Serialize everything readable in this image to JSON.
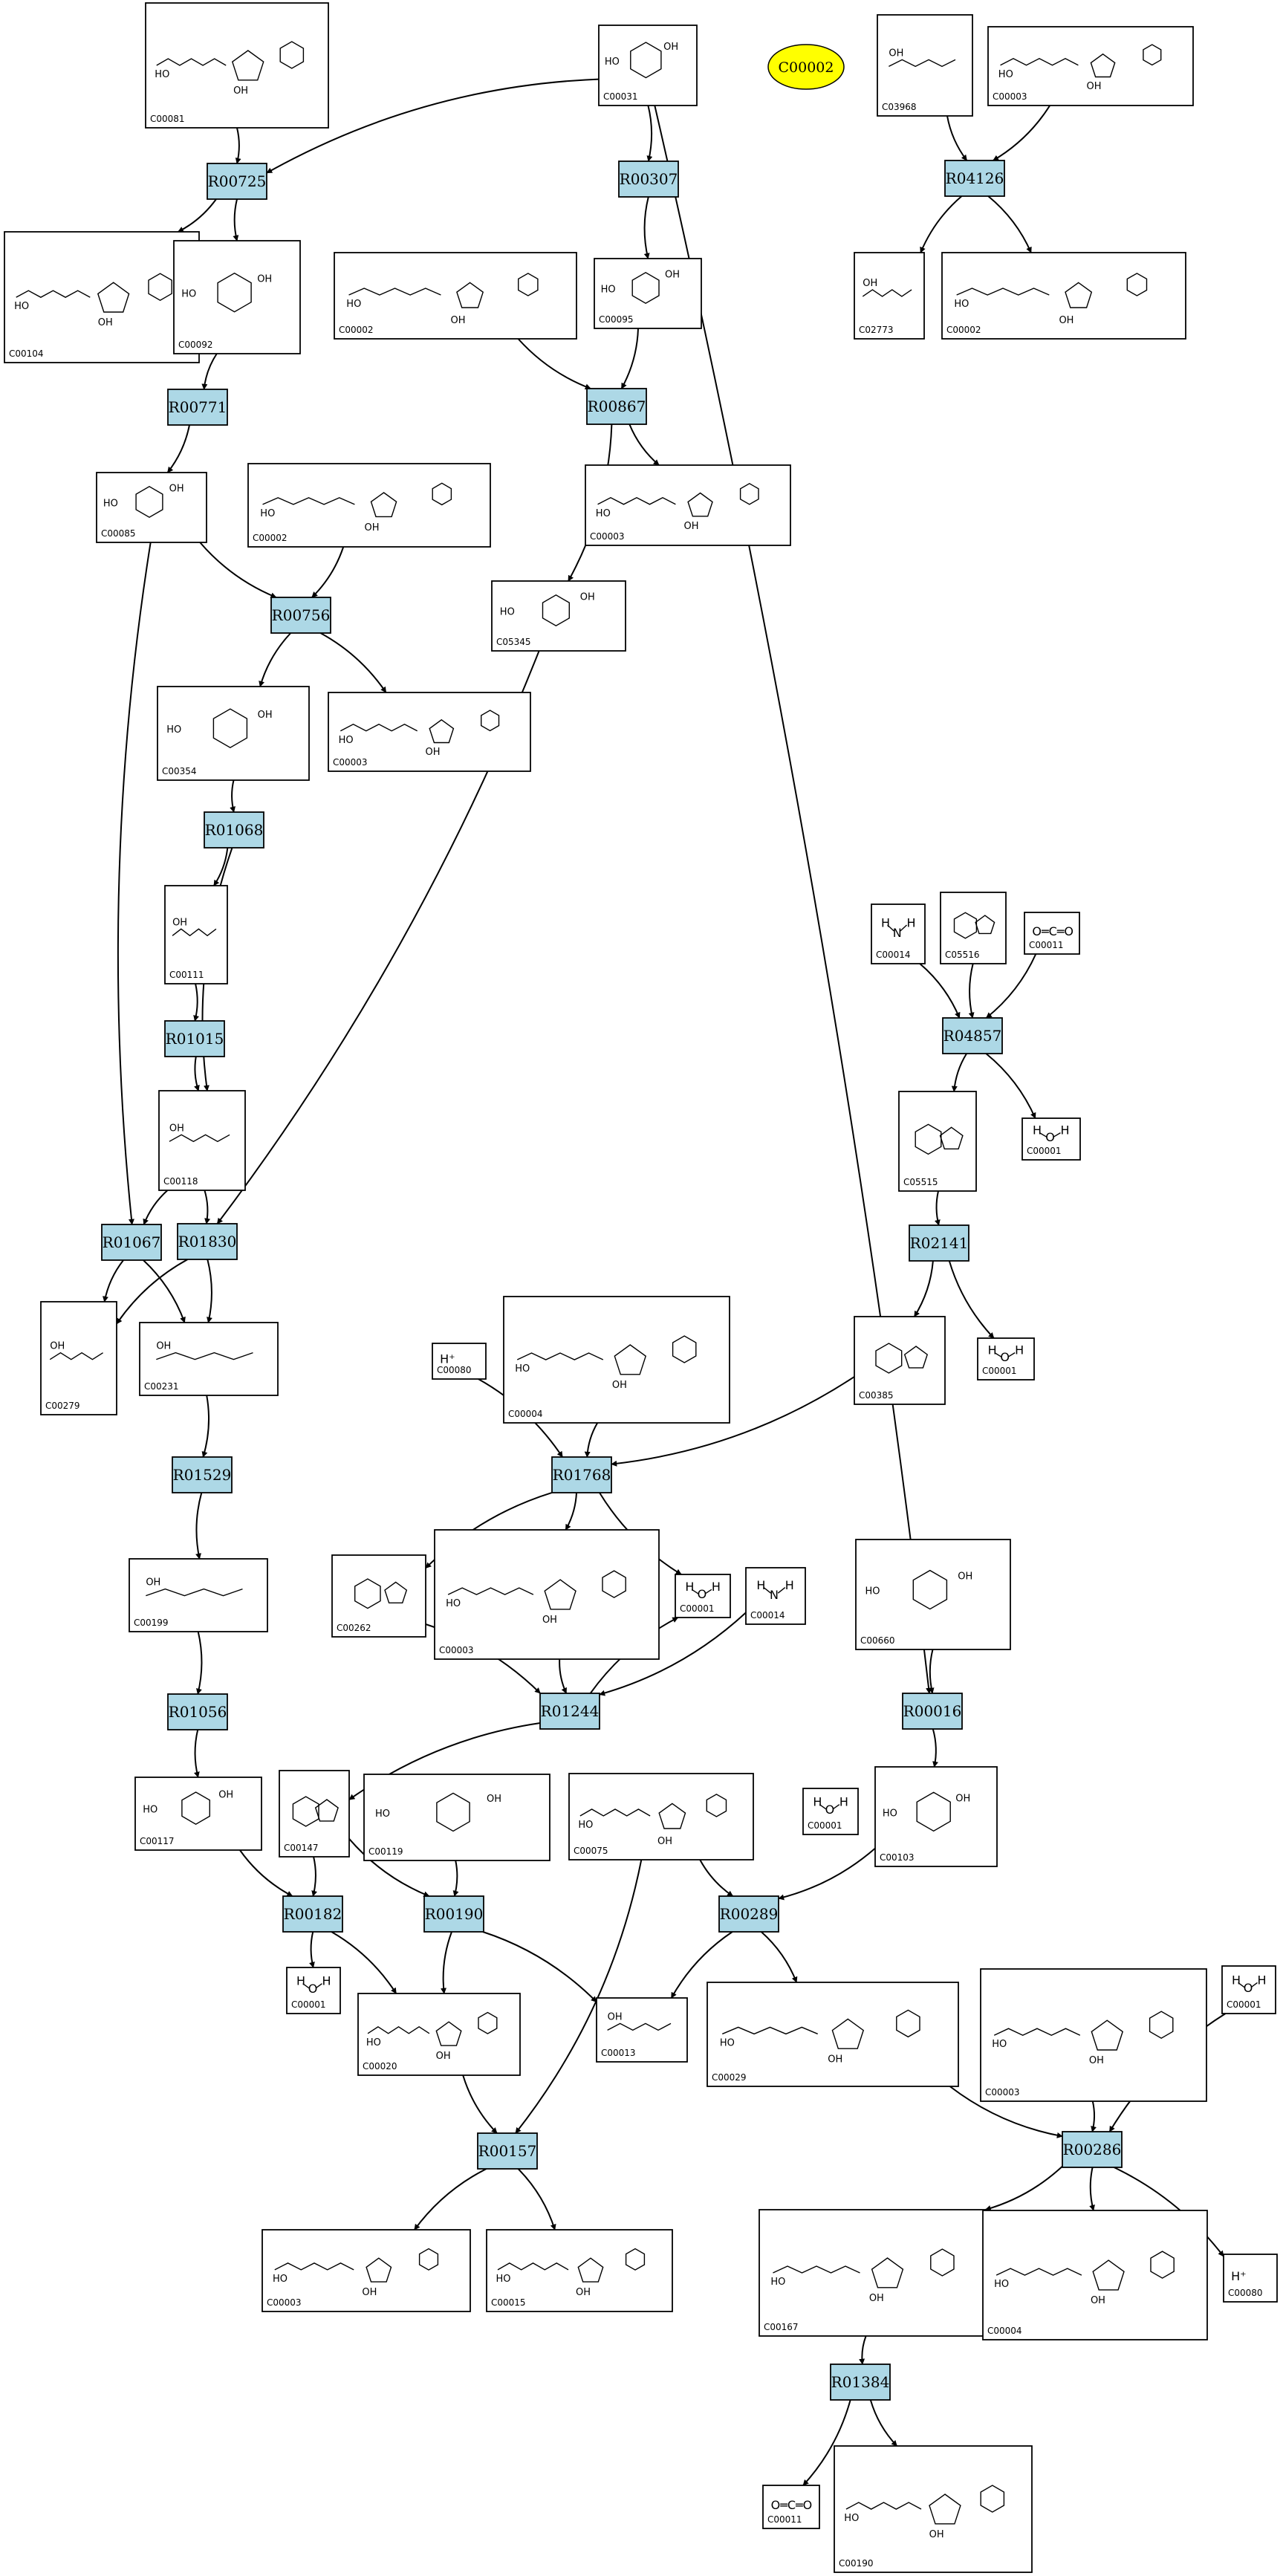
{
  "highlight": {
    "label": "C00002",
    "color": "#ffff00"
  },
  "colors": {
    "reaction_fill": "#add8e6"
  },
  "reactions": [
    "R00725",
    "R00307",
    "R04126",
    "R00771",
    "R00867",
    "R00756",
    "R01068",
    "R01015",
    "R04857",
    "R01067",
    "R01830",
    "R02141",
    "R01529",
    "R01768",
    "R01056",
    "R01244",
    "R00016",
    "R00182",
    "R00190",
    "R00289",
    "R00157",
    "R00286",
    "R01384"
  ],
  "compounds": [
    {
      "id": "C00081",
      "kind": "nucleotide"
    },
    {
      "id": "C00031",
      "kind": "sugar"
    },
    {
      "id": "C03968",
      "kind": "chain"
    },
    {
      "id": "C00003",
      "kind": "nucleotide"
    },
    {
      "id": "C00104",
      "kind": "nucleotide"
    },
    {
      "id": "C00092",
      "kind": "sugar"
    },
    {
      "id": "C00002",
      "kind": "nucleotide"
    },
    {
      "id": "C00095",
      "kind": "sugar"
    },
    {
      "id": "C02773",
      "kind": "chain"
    },
    {
      "id": "C00002",
      "kind": "nucleotide"
    },
    {
      "id": "C00085",
      "kind": "sugar"
    },
    {
      "id": "C00002",
      "kind": "nucleotide"
    },
    {
      "id": "C00003",
      "kind": "nucleotide"
    },
    {
      "id": "C05345",
      "kind": "sugar"
    },
    {
      "id": "C00354",
      "kind": "sugar"
    },
    {
      "id": "C00003",
      "kind": "nucleotide"
    },
    {
      "id": "C00111",
      "kind": "chain"
    },
    {
      "id": "C00014",
      "kind": "small",
      "text": [
        "H",
        "N",
        "H"
      ]
    },
    {
      "id": "C05516",
      "kind": "ring"
    },
    {
      "id": "C00011",
      "kind": "small",
      "text": [
        "O═C═O"
      ]
    },
    {
      "id": "C00118",
      "kind": "chain"
    },
    {
      "id": "C05515",
      "kind": "ring"
    },
    {
      "id": "C00001",
      "kind": "small",
      "text": [
        "H",
        "O",
        "H"
      ]
    },
    {
      "id": "C00279",
      "kind": "chain"
    },
    {
      "id": "C00231",
      "kind": "chain"
    },
    {
      "id": "C00385",
      "kind": "ring"
    },
    {
      "id": "C00001",
      "kind": "small",
      "text": [
        "H",
        "O",
        "H"
      ]
    },
    {
      "id": "C00080",
      "kind": "small",
      "text": [
        "H⁺"
      ]
    },
    {
      "id": "C00004",
      "kind": "nucleotide"
    },
    {
      "id": "C00199",
      "kind": "chain"
    },
    {
      "id": "C00262",
      "kind": "ring"
    },
    {
      "id": "C00003",
      "kind": "nucleotide"
    },
    {
      "id": "C00001",
      "kind": "small",
      "text": [
        "H",
        "O",
        "H"
      ]
    },
    {
      "id": "C00014",
      "kind": "small",
      "text": [
        "H",
        "N",
        "H"
      ]
    },
    {
      "id": "C00660",
      "kind": "sugar"
    },
    {
      "id": "C00117",
      "kind": "sugar"
    },
    {
      "id": "C00147",
      "kind": "ring"
    },
    {
      "id": "C00119",
      "kind": "sugar"
    },
    {
      "id": "C00075",
      "kind": "nucleotide"
    },
    {
      "id": "C00001",
      "kind": "small",
      "text": [
        "H",
        "O",
        "H"
      ]
    },
    {
      "id": "C00103",
      "kind": "sugar"
    },
    {
      "id": "C00001",
      "kind": "small",
      "text": [
        "H",
        "O",
        "H"
      ]
    },
    {
      "id": "C00020",
      "kind": "nucleotide"
    },
    {
      "id": "C00013",
      "kind": "chain"
    },
    {
      "id": "C00029",
      "kind": "nucleotide"
    },
    {
      "id": "C00003",
      "kind": "nucleotide"
    },
    {
      "id": "C00001",
      "kind": "small",
      "text": [
        "H",
        "O",
        "H"
      ]
    },
    {
      "id": "C00003",
      "kind": "nucleotide"
    },
    {
      "id": "C00015",
      "kind": "nucleotide"
    },
    {
      "id": "C00167",
      "kind": "nucleotide"
    },
    {
      "id": "C00004",
      "kind": "nucleotide"
    },
    {
      "id": "C00080",
      "kind": "small",
      "text": [
        "H⁺"
      ]
    },
    {
      "id": "C00011",
      "kind": "small",
      "text": [
        "O═C═O"
      ]
    },
    {
      "id": "C00190",
      "kind": "nucleotide"
    }
  ],
  "edges": [
    [
      "C00081",
      "R00725"
    ],
    [
      "C00031",
      "R00725"
    ],
    [
      "R00725",
      "C00104"
    ],
    [
      "R00725",
      "C00092"
    ],
    [
      "C00031",
      "R00307"
    ],
    [
      "R00307",
      "C00095"
    ],
    [
      "C00031",
      "R00016"
    ],
    [
      "C03968",
      "R04126"
    ],
    [
      "C00003",
      "R04126"
    ],
    [
      "R04126",
      "C02773"
    ],
    [
      "R04126",
      "C00002"
    ],
    [
      "C00092",
      "R00771"
    ],
    [
      "R00771",
      "C00085"
    ],
    [
      "C00002",
      "R00867"
    ],
    [
      "C00095",
      "R00867"
    ],
    [
      "R00867",
      "C00003"
    ],
    [
      "R00867",
      "C05345"
    ],
    [
      "C00085",
      "R00756"
    ],
    [
      "C00002",
      "R00756"
    ],
    [
      "R00756",
      "C00354"
    ],
    [
      "R00756",
      "C00003"
    ],
    [
      "C00085",
      "R01067"
    ],
    [
      "C05345",
      "R01830"
    ],
    [
      "C00354",
      "R01068"
    ],
    [
      "R01068",
      "C00111"
    ],
    [
      "R01068",
      "C00118"
    ],
    [
      "C00111",
      "R01015"
    ],
    [
      "R01015",
      "C00118"
    ],
    [
      "C00014",
      "R04857"
    ],
    [
      "C05516",
      "R04857"
    ],
    [
      "C00011",
      "R04857"
    ],
    [
      "R04857",
      "C05515"
    ],
    [
      "R04857",
      "C00001"
    ],
    [
      "C00118",
      "R01067"
    ],
    [
      "C00118",
      "R01830"
    ],
    [
      "R01067",
      "C00279"
    ],
    [
      "R01067",
      "C00231"
    ],
    [
      "R01830",
      "C00279"
    ],
    [
      "R01830",
      "C00231"
    ],
    [
      "C05515",
      "R02141"
    ],
    [
      "R02141",
      "C00385"
    ],
    [
      "R02141",
      "C00001"
    ],
    [
      "C00231",
      "R01529"
    ],
    [
      "R01529",
      "C00199"
    ],
    [
      "C00080",
      "R01768"
    ],
    [
      "C00004",
      "R01768"
    ],
    [
      "C00385",
      "R01768"
    ],
    [
      "R01768",
      "C00262"
    ],
    [
      "R01768",
      "C00003"
    ],
    [
      "R01768",
      "C00001"
    ],
    [
      "C00199",
      "R01056"
    ],
    [
      "R01056",
      "C00117"
    ],
    [
      "C00262",
      "R01244"
    ],
    [
      "C00003",
      "R01244"
    ],
    [
      "C00014",
      "R01244"
    ],
    [
      "R01244",
      "C00147"
    ],
    [
      "R01244",
      "C00001"
    ],
    [
      "C00660",
      "R00016"
    ],
    [
      "R00016",
      "C00103"
    ],
    [
      "C00117",
      "R00182"
    ],
    [
      "C00147",
      "R00182"
    ],
    [
      "R00182",
      "C00001"
    ],
    [
      "R00182",
      "C00020"
    ],
    [
      "C00147",
      "R00190"
    ],
    [
      "C00119",
      "R00190"
    ],
    [
      "R00190",
      "C00020"
    ],
    [
      "R00190",
      "C00013"
    ],
    [
      "C00075",
      "R00289"
    ],
    [
      "C00103",
      "R00289"
    ],
    [
      "R00289",
      "C00013"
    ],
    [
      "R00289",
      "C00029"
    ],
    [
      "C00020",
      "R00157"
    ],
    [
      "C00075",
      "R00157"
    ],
    [
      "R00157",
      "C00003"
    ],
    [
      "R00157",
      "C00015"
    ],
    [
      "C00029",
      "R00286"
    ],
    [
      "C00003",
      "R00286"
    ],
    [
      "C00001",
      "R00286"
    ],
    [
      "R00286",
      "C00167"
    ],
    [
      "R00286",
      "C00004"
    ],
    [
      "R00286",
      "C00080"
    ],
    [
      "C00167",
      "R01384"
    ],
    [
      "R01384",
      "C00011"
    ],
    [
      "R01384",
      "C00190"
    ]
  ]
}
